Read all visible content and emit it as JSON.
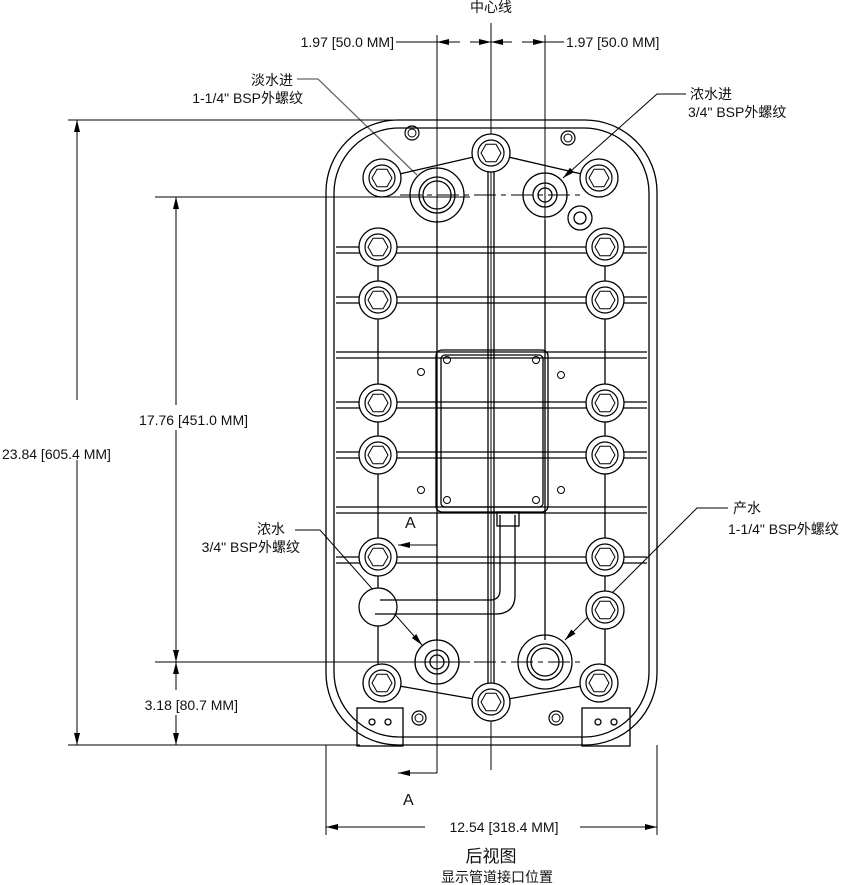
{
  "centerline_label": "中心线",
  "dims": {
    "left_offset": "1.97 [50.0 MM]",
    "right_offset": "1.97 [50.0 MM]",
    "total_height": "23.84 [605.4 MM]",
    "port_spacing": "17.76 [451.0 MM]",
    "bottom_offset": "3.18 [80.7 MM]",
    "width": "12.54 [318.4 MM]"
  },
  "callouts": {
    "dilute_in": {
      "name": "淡水进",
      "spec": "1-1/4\" BSP外螺纹"
    },
    "concentrate_in": {
      "name": "浓水进",
      "spec": "3/4\" BSP外螺纹"
    },
    "concentrate_out": {
      "name": "浓水",
      "spec": "3/4\" BSP外螺纹"
    },
    "product": {
      "name": "产水",
      "spec": "1-1/4\" BSP外螺纹"
    }
  },
  "section_label_top": "A",
  "section_label_bottom": "A",
  "title": "后视图",
  "subtitle": "显示管道接口位置"
}
